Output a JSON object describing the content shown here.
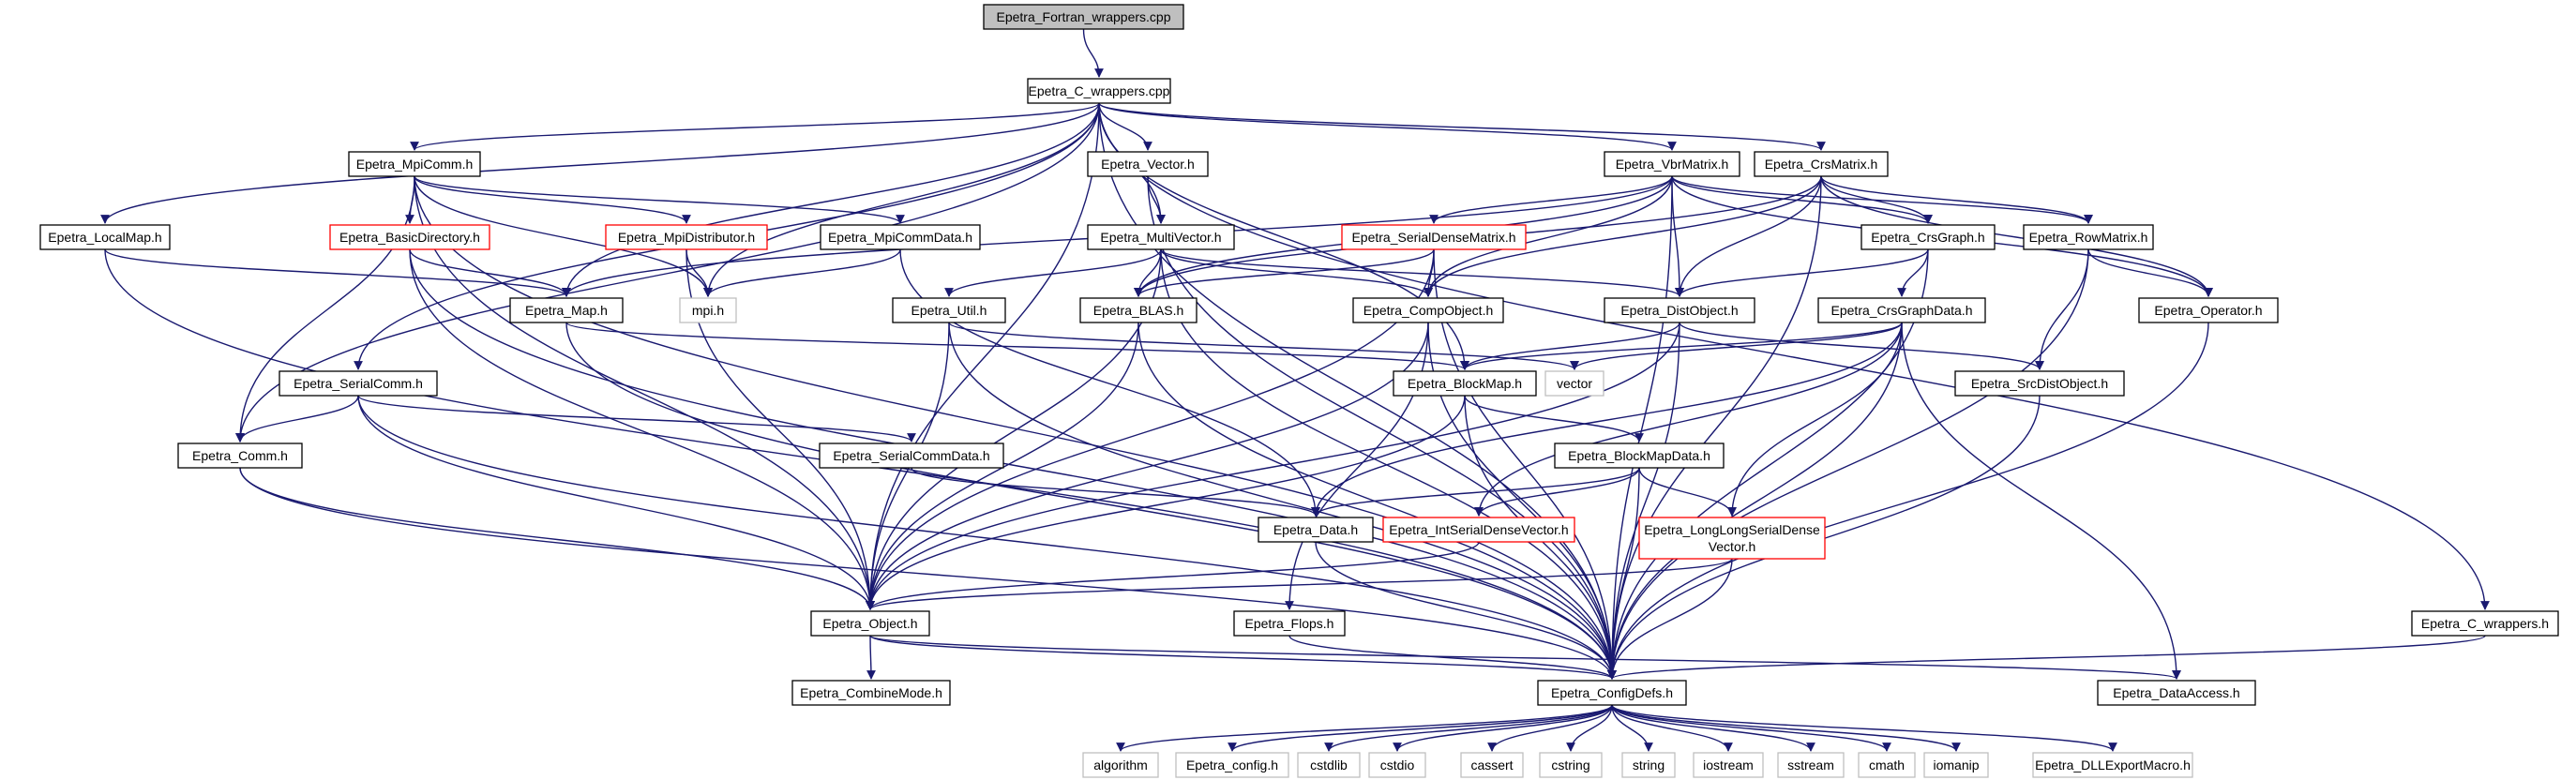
{
  "nodes": {
    "root": "Epetra_Fortran_wrappers.cpp",
    "cwrap_cpp": "Epetra_C_wrappers.cpp",
    "mpicomm": "Epetra_MpiComm.h",
    "vector": "Epetra_Vector.h",
    "vbrmatrix": "Epetra_VbrMatrix.h",
    "crsmatrix": "Epetra_CrsMatrix.h",
    "localmap": "Epetra_LocalMap.h",
    "basicdir": "Epetra_BasicDirectory.h",
    "mpidist": "Epetra_MpiDistributor.h",
    "mpicommdata": "Epetra_MpiCommData.h",
    "multivector": "Epetra_MultiVector.h",
    "serialdense": "Epetra_SerialDenseMatrix.h",
    "crsgraph": "Epetra_CrsGraph.h",
    "rowmatrix": "Epetra_RowMatrix.h",
    "map": "Epetra_Map.h",
    "mpi": "mpi.h",
    "util": "Epetra_Util.h",
    "blas": "Epetra_BLAS.h",
    "compobject": "Epetra_CompObject.h",
    "distobject": "Epetra_DistObject.h",
    "crsgraphdata": "Epetra_CrsGraphData.h",
    "operator": "Epetra_Operator.h",
    "serialcomm": "Epetra_SerialComm.h",
    "blockmap": "Epetra_BlockMap.h",
    "vector_std": "vector",
    "srcdist": "Epetra_SrcDistObject.h",
    "comm": "Epetra_Comm.h",
    "serialcommdata": "Epetra_SerialCommData.h",
    "blockmapdata": "Epetra_BlockMapData.h",
    "data": "Epetra_Data.h",
    "intsdv": "Epetra_IntSerialDenseVector.h",
    "llsdv_1": "Epetra_LongLongSerialDense",
    "llsdv_2": "Vector.h",
    "object": "Epetra_Object.h",
    "flops": "Epetra_Flops.h",
    "cwrap_h": "Epetra_C_wrappers.h",
    "combinemode": "Epetra_CombineMode.h",
    "configdefs": "Epetra_ConfigDefs.h",
    "dataaccess": "Epetra_DataAccess.h",
    "algorithm": "algorithm",
    "config": "Epetra_config.h",
    "cstdlib": "cstdlib",
    "cstdio": "cstdio",
    "cassert": "cassert",
    "cstring": "cstring",
    "string": "string",
    "iostream": "iostream",
    "sstream": "sstream",
    "cmath": "cmath",
    "iomanip": "iomanip",
    "dllexport": "Epetra_DLLExportMacro.h"
  },
  "colors": {
    "edge": "#191970",
    "box_border": "#000000",
    "root_fill": "#bfbfbf",
    "truncated_border": "#ff0000",
    "system_border": "#bfbfbf",
    "system_text": "#404040"
  }
}
